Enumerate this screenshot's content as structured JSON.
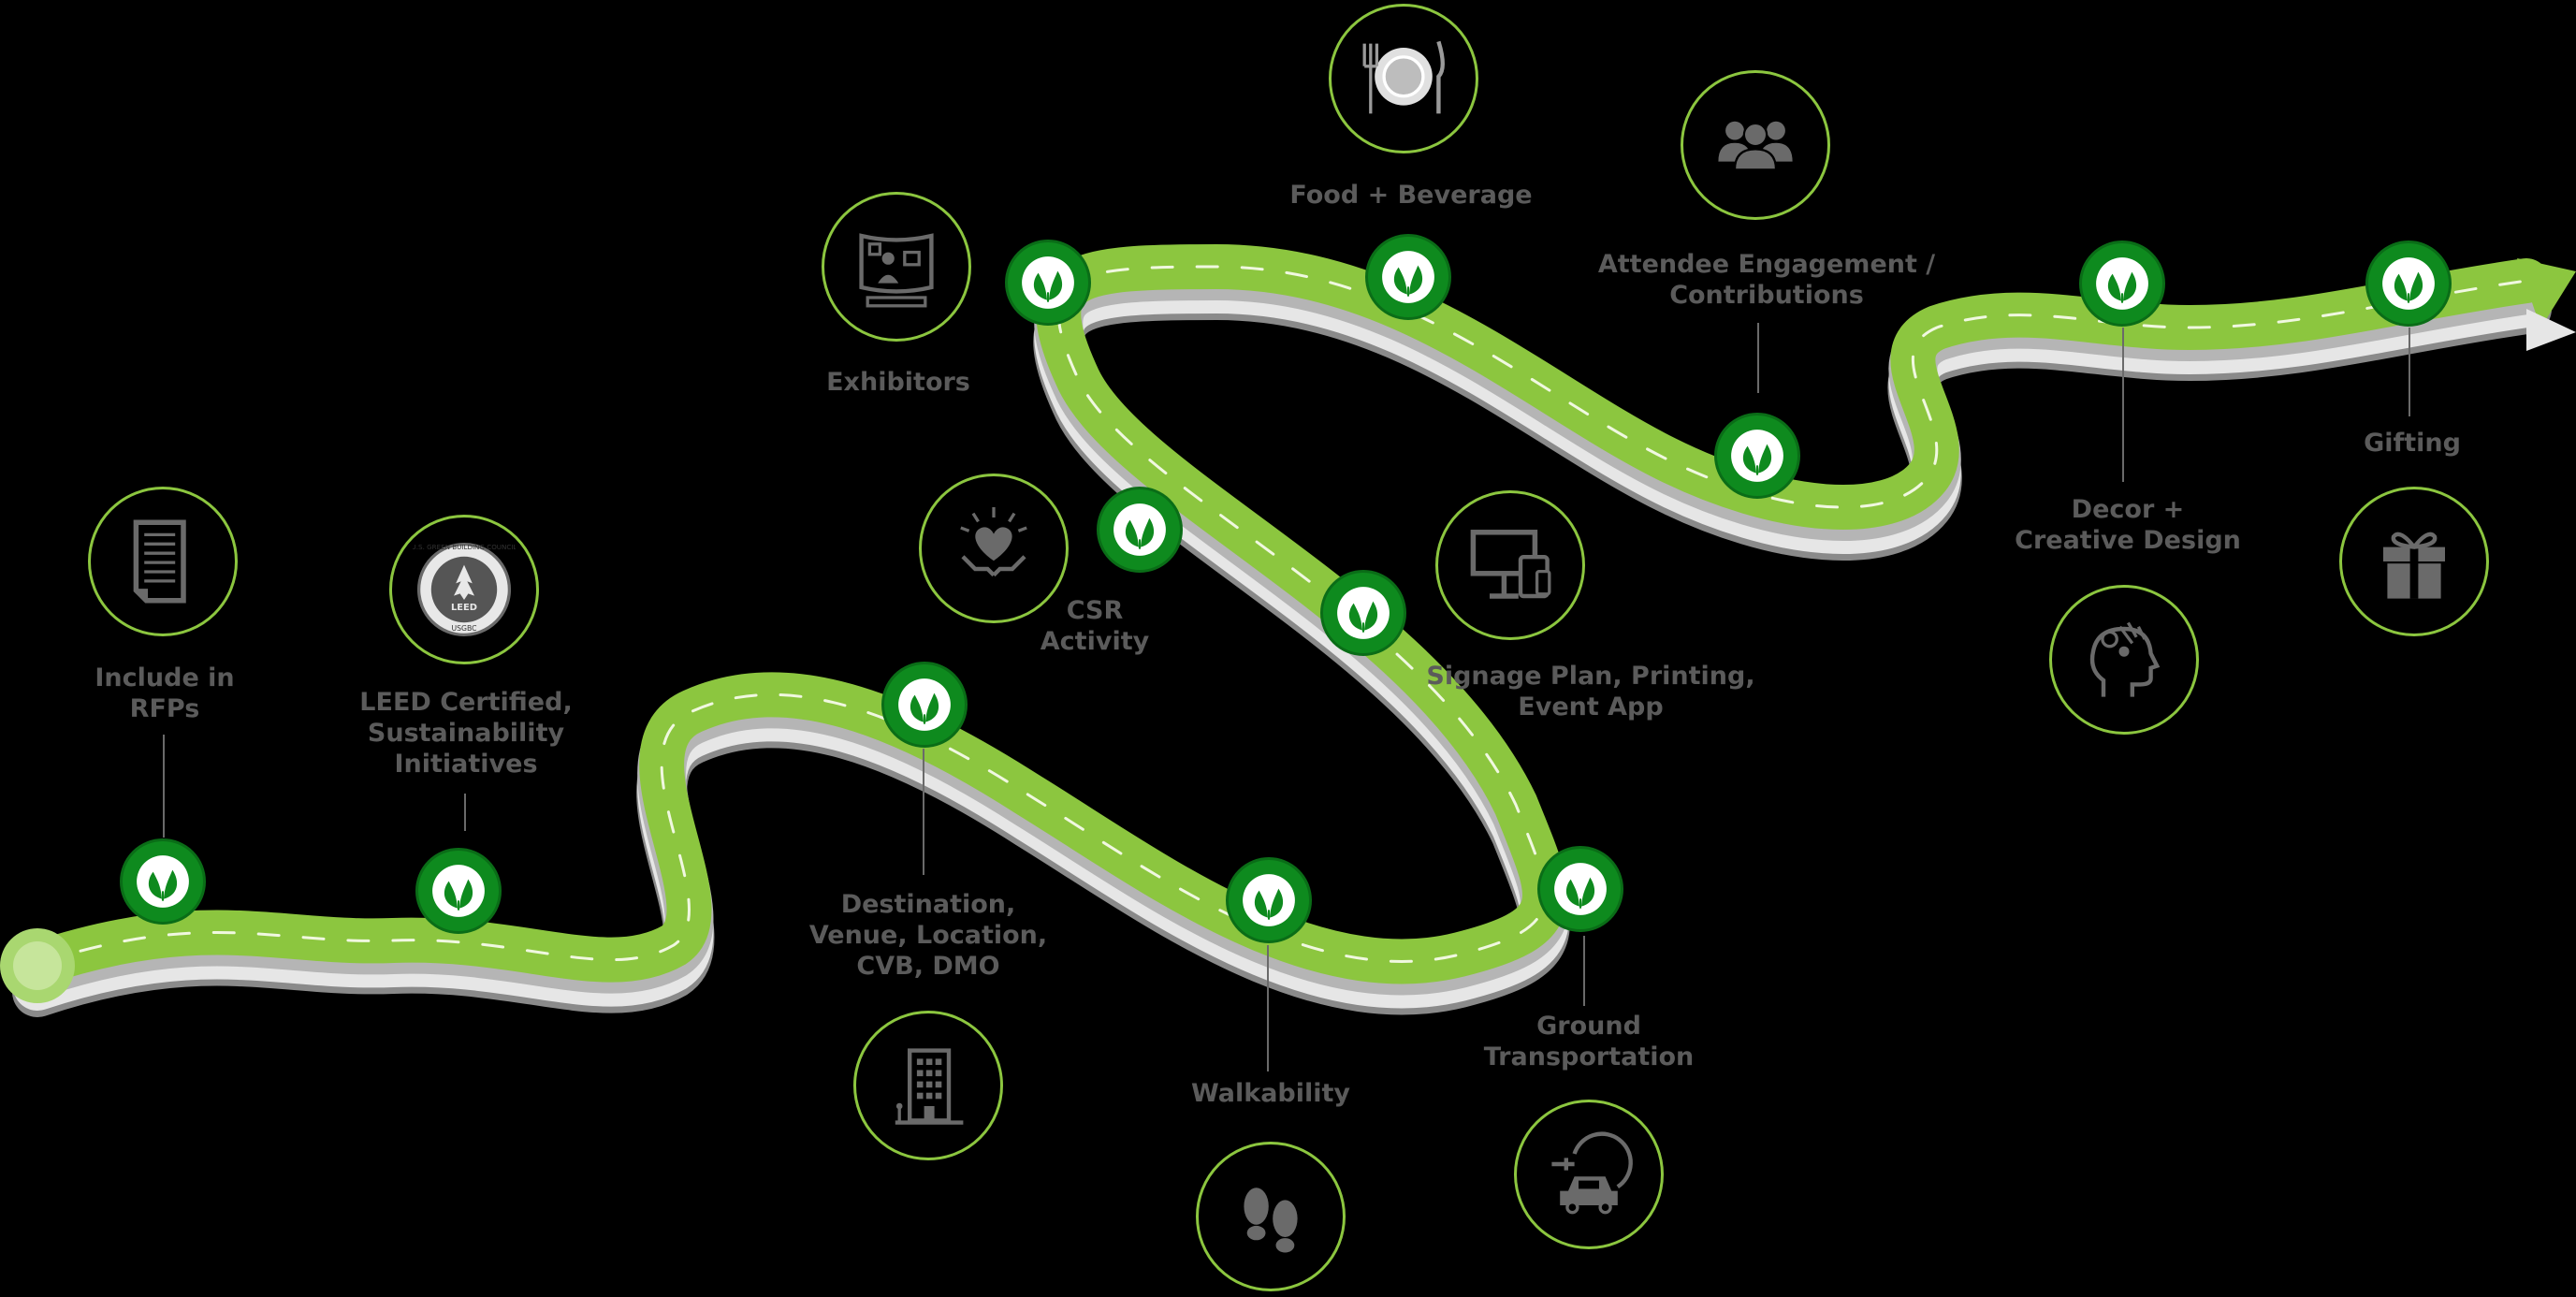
{
  "colors": {
    "road": "#8cc63f",
    "road_side": "#e6e6e6",
    "marker": "#0e8a1e",
    "ring": "#8cc63f",
    "label": "#5b5b5b",
    "icon": "#666666"
  },
  "steps": [
    {
      "id": "include-rfps",
      "label": "Include in\nRFPs",
      "icon": "document-icon"
    },
    {
      "id": "leed",
      "label": "LEED Certified,\nSustainability\nInitiatives",
      "icon": "usgbc-leed-icon",
      "seal_text": {
        "ring": "U.S. GREEN BUILDING COUNCIL",
        "center": "LEED",
        "bottom": "USGBC"
      }
    },
    {
      "id": "destination",
      "label": "Destination,\nVenue, Location,\nCVB, DMO",
      "icon": "building-icon"
    },
    {
      "id": "csr",
      "label": "CSR\nActivity",
      "icon": "heart-hands-icon"
    },
    {
      "id": "exhibitors",
      "label": "Exhibitors",
      "icon": "exhibit-booth-icon"
    },
    {
      "id": "walkability",
      "label": "Walkability",
      "icon": "footprints-icon"
    },
    {
      "id": "signage",
      "label": "Signage Plan, Printing,\nEvent App",
      "icon": "monitor-devices-icon"
    },
    {
      "id": "ground",
      "label": "Ground\nTransportation",
      "icon": "electric-car-icon"
    },
    {
      "id": "food",
      "label": "Food + Beverage",
      "icon": "plate-utensils-icon"
    },
    {
      "id": "attendee",
      "label": "Attendee Engagement /\nContributions",
      "icon": "people-group-icon"
    },
    {
      "id": "decor",
      "label": "Decor +\nCreative Design",
      "icon": "creative-head-icon"
    },
    {
      "id": "gifting",
      "label": "Gifting",
      "icon": "gift-icon"
    }
  ],
  "markers": 12
}
